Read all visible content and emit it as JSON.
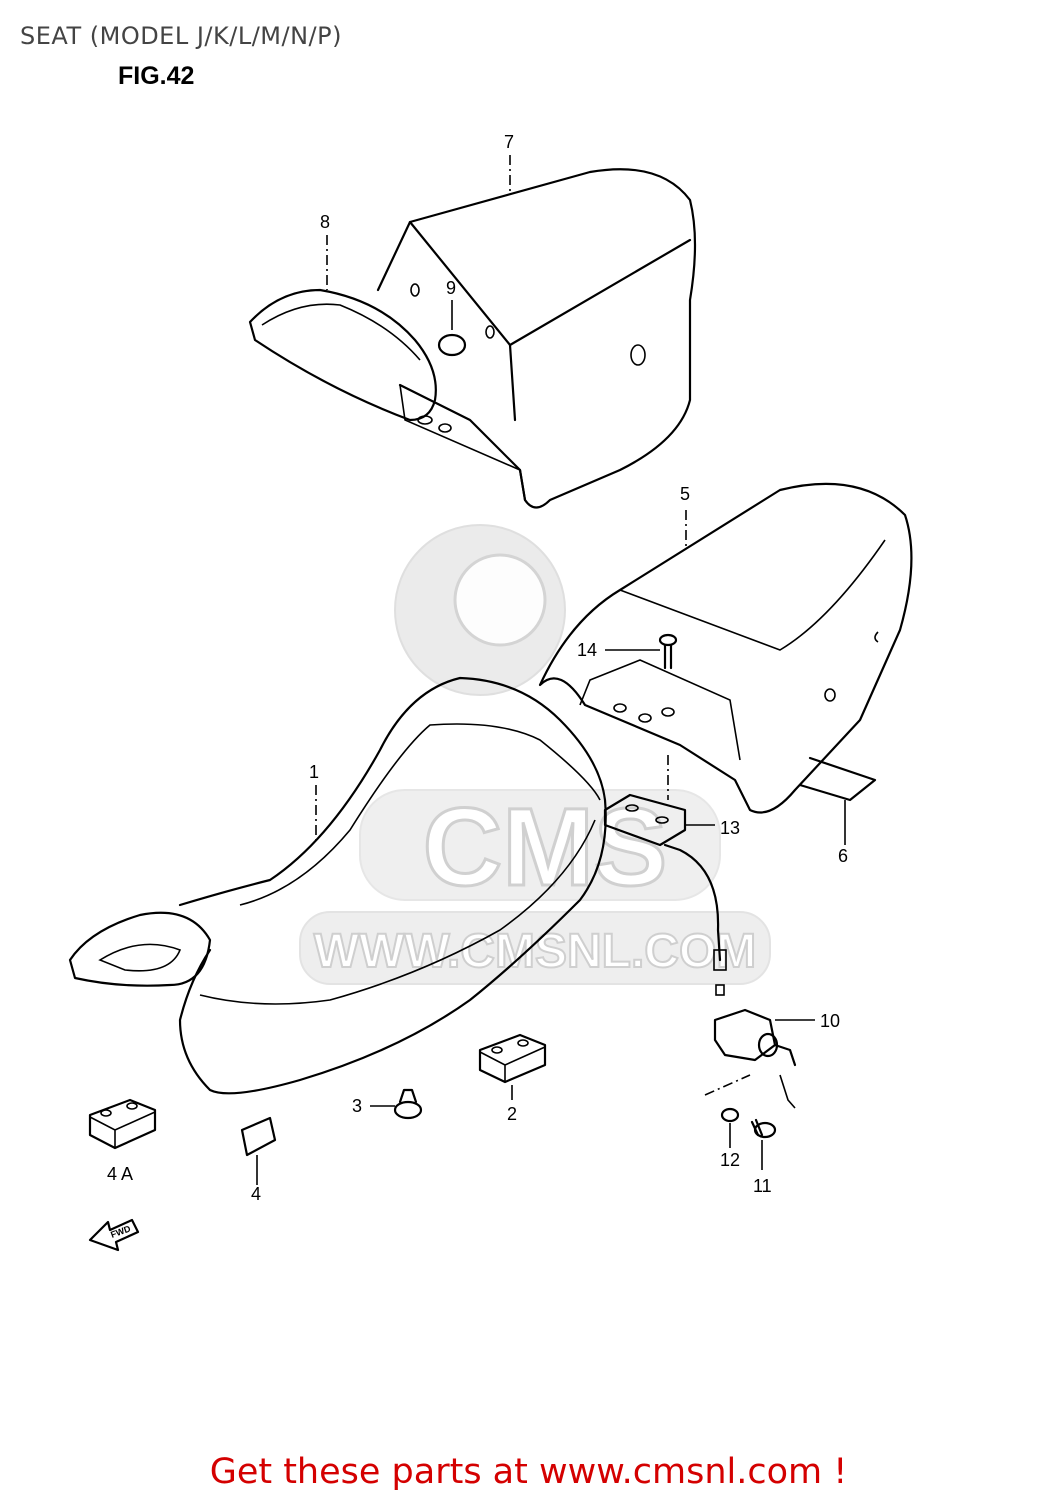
{
  "header": {
    "title": "SEAT (MODEL J/K/L/M/N/P)",
    "figure": "FIG.42"
  },
  "callouts": [
    "1",
    "2",
    "3",
    "4",
    "4 A",
    "5",
    "6",
    "7",
    "8",
    "9",
    "10",
    "11",
    "12",
    "13",
    "14"
  ],
  "watermark": {
    "logo_text": "CMS",
    "url": "WWW.CMSNL.COM"
  },
  "direction_label": "FWD",
  "footer": {
    "text": "Get these parts at www.cmsnl.com !"
  },
  "colors": {
    "title": "#444444",
    "footer": "#d40000",
    "watermark": "#e3e3e3"
  }
}
